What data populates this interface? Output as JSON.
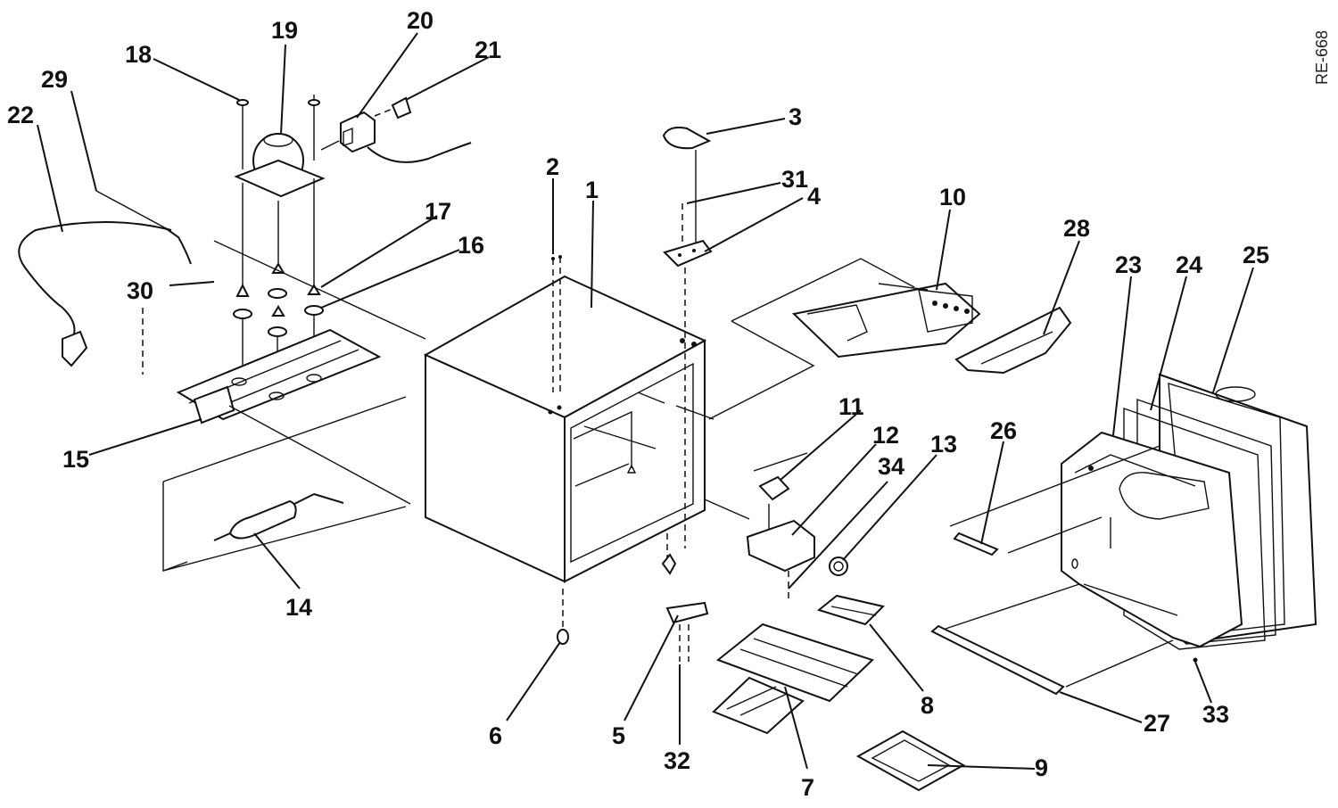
{
  "diagram": {
    "doc_ref": "RE-668",
    "callouts": [
      {
        "n": "1"
      },
      {
        "n": "2"
      },
      {
        "n": "3"
      },
      {
        "n": "4"
      },
      {
        "n": "5"
      },
      {
        "n": "6"
      },
      {
        "n": "7"
      },
      {
        "n": "8"
      },
      {
        "n": "9"
      },
      {
        "n": "10"
      },
      {
        "n": "11"
      },
      {
        "n": "12"
      },
      {
        "n": "13"
      },
      {
        "n": "14"
      },
      {
        "n": "15"
      },
      {
        "n": "16"
      },
      {
        "n": "17"
      },
      {
        "n": "18"
      },
      {
        "n": "19"
      },
      {
        "n": "20"
      },
      {
        "n": "21"
      },
      {
        "n": "22"
      },
      {
        "n": "23"
      },
      {
        "n": "24"
      },
      {
        "n": "25"
      },
      {
        "n": "26"
      },
      {
        "n": "27"
      },
      {
        "n": "28"
      },
      {
        "n": "29"
      },
      {
        "n": "30"
      },
      {
        "n": "31"
      },
      {
        "n": "32"
      },
      {
        "n": "33"
      },
      {
        "n": "34"
      }
    ]
  }
}
